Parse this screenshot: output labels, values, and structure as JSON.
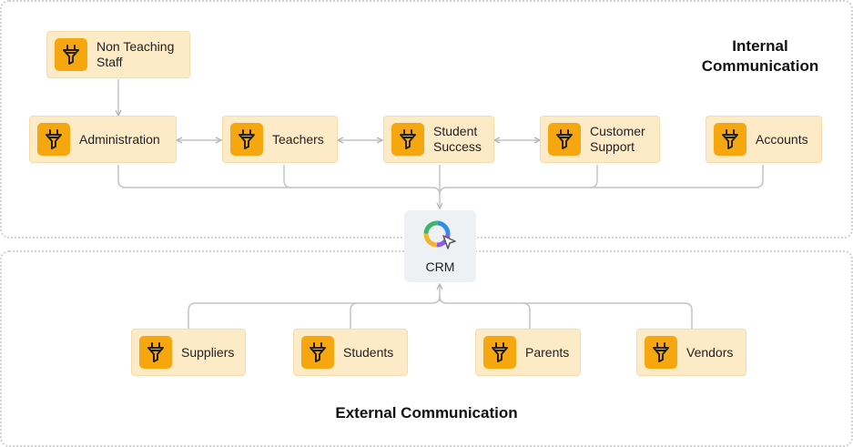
{
  "internal": {
    "title": "Internal\nCommunication"
  },
  "external": {
    "title": "External Communication"
  },
  "crm": {
    "label": "CRM",
    "icon": "crm-logo-icon"
  },
  "nodes": {
    "non_teaching_staff": "Non Teaching\nStaff",
    "administration": "Administration",
    "teachers": "Teachers",
    "student_success": "Student\nSuccess",
    "customer_support": "Customer\nSupport",
    "accounts": "Accounts",
    "suppliers": "Suppliers",
    "students": "Students",
    "parents": "Parents",
    "vendors": "Vendors"
  },
  "node_icon": "funnel-icon",
  "colors": {
    "node_bg": "#fdebc8",
    "icon_bg": "#f6a70f",
    "connector": "#c4c4c4",
    "crm_bg": "#eef1f4"
  }
}
